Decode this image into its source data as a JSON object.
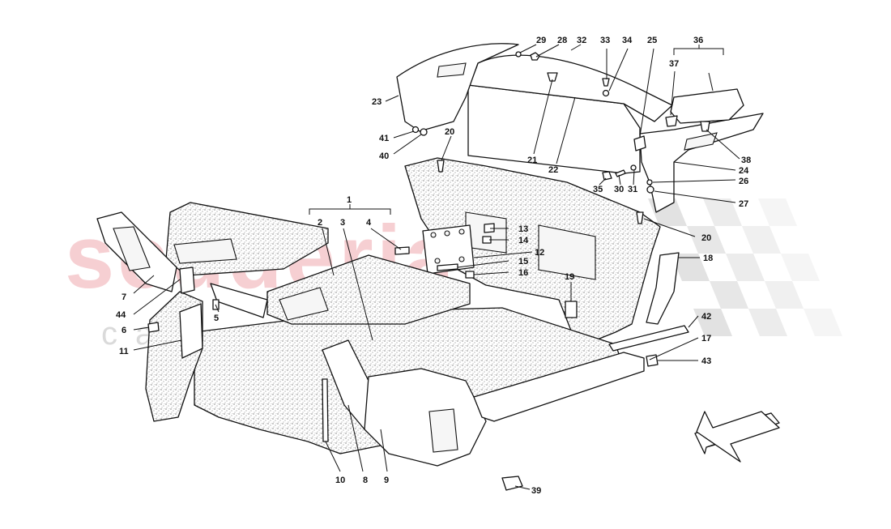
{
  "watermark": {
    "text_main": "scuderia",
    "text_sub": "car parts",
    "color_main": "#f2b8bd",
    "color_sub": "#c9c9c9",
    "checker_color": "#d8d8d8"
  },
  "callouts": [
    {
      "id": "c1",
      "text": "1"
    },
    {
      "id": "c2",
      "text": "2"
    },
    {
      "id": "c3",
      "text": "3"
    },
    {
      "id": "c4",
      "text": "4"
    },
    {
      "id": "c5",
      "text": "5"
    },
    {
      "id": "c6",
      "text": "6"
    },
    {
      "id": "c7",
      "text": "7"
    },
    {
      "id": "c8",
      "text": "8"
    },
    {
      "id": "c9",
      "text": "9"
    },
    {
      "id": "c10",
      "text": "10"
    },
    {
      "id": "c11",
      "text": "11"
    },
    {
      "id": "c12",
      "text": "12"
    },
    {
      "id": "c13",
      "text": "13"
    },
    {
      "id": "c14",
      "text": "14"
    },
    {
      "id": "c15",
      "text": "15"
    },
    {
      "id": "c16",
      "text": "16"
    },
    {
      "id": "c17",
      "text": "17"
    },
    {
      "id": "c18",
      "text": "18"
    },
    {
      "id": "c19",
      "text": "19"
    },
    {
      "id": "c20a",
      "text": "20"
    },
    {
      "id": "c20b",
      "text": "20"
    },
    {
      "id": "c21",
      "text": "21"
    },
    {
      "id": "c22",
      "text": "22"
    },
    {
      "id": "c23",
      "text": "23"
    },
    {
      "id": "c24",
      "text": "24"
    },
    {
      "id": "c25",
      "text": "25"
    },
    {
      "id": "c26",
      "text": "26"
    },
    {
      "id": "c27",
      "text": "27"
    },
    {
      "id": "c28",
      "text": "28"
    },
    {
      "id": "c29",
      "text": "29"
    },
    {
      "id": "c30",
      "text": "30"
    },
    {
      "id": "c31",
      "text": "31"
    },
    {
      "id": "c32",
      "text": "32"
    },
    {
      "id": "c33",
      "text": "33"
    },
    {
      "id": "c34",
      "text": "34"
    },
    {
      "id": "c35",
      "text": "35"
    },
    {
      "id": "c36",
      "text": "36"
    },
    {
      "id": "c37",
      "text": "37"
    },
    {
      "id": "c38",
      "text": "38"
    },
    {
      "id": "c39",
      "text": "39"
    },
    {
      "id": "c40",
      "text": "40"
    },
    {
      "id": "c41",
      "text": "41"
    },
    {
      "id": "c42",
      "text": "42"
    },
    {
      "id": "c43",
      "text": "43"
    },
    {
      "id": "c44",
      "text": "44"
    }
  ],
  "direction_arrow": {
    "icon": "front-direction-arrow-icon"
  }
}
